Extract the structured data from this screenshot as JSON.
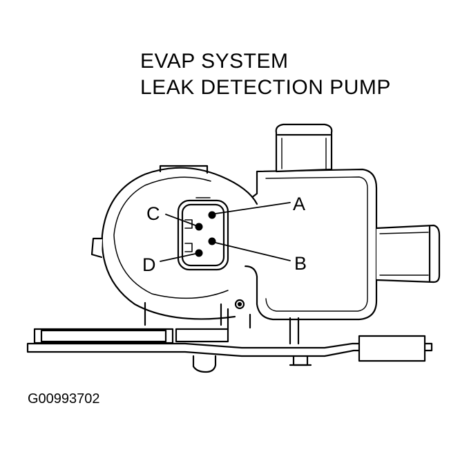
{
  "title": {
    "line1": "EVAP SYSTEM",
    "line2": "LEAK DETECTION PUMP"
  },
  "terminals": {
    "a": "A",
    "b": "B",
    "c": "C",
    "d": "D"
  },
  "figure_id": "G00993702",
  "colors": {
    "ink": "#000000",
    "paper": "#ffffff"
  }
}
